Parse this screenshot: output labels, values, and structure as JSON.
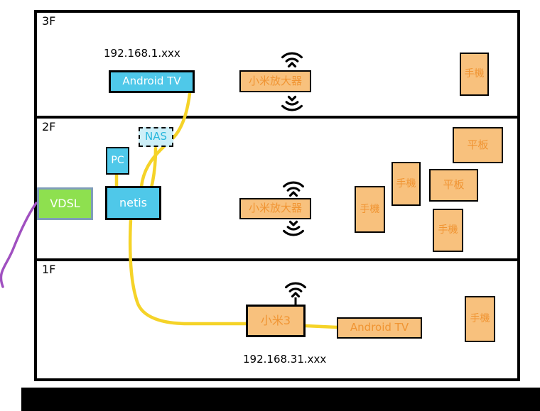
{
  "colors": {
    "cyan_fill": "#4fc8e9",
    "orange_fill": "#f8c17d",
    "orange_text": "#f09432",
    "green_fill": "#8ee04f",
    "cable_yellow": "#f5d328",
    "cable_purple": "#a050c0",
    "border_black": "#000000"
  },
  "icons": {
    "wifi_up": "wifi-signal-up",
    "wifi_down": "wifi-signal-down"
  },
  "floor3": {
    "label": "3F",
    "subnet": "192.168.1.xxx",
    "android_tv": "Android TV",
    "extender": "小米放大器",
    "phone": "手機"
  },
  "floor2": {
    "label": "2F",
    "nas": "NAS",
    "pc": "PC",
    "vdsl": "VDSL",
    "router": "netis",
    "extender": "小米放大器",
    "phone_left": "手機",
    "phone_mid": "手機",
    "tablet_top": "平板",
    "tablet_mid": "平板",
    "phone_bottom": "手機"
  },
  "floor1": {
    "label": "1F",
    "router": "小米3",
    "android_tv": "Android TV",
    "phone": "手機",
    "subnet": "192.168.31.xxx"
  }
}
